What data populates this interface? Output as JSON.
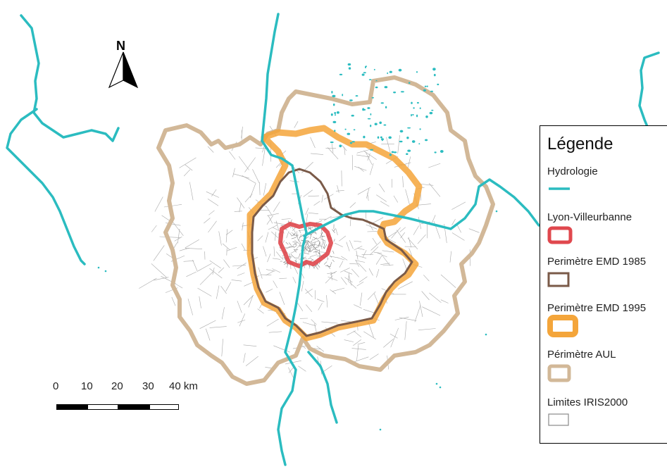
{
  "north_arrow": {
    "letter": "N",
    "icon": "north-arrow-icon"
  },
  "scale_bar": {
    "labels": [
      "0",
      "10",
      "20",
      "30",
      "40 km"
    ]
  },
  "legend": {
    "title": "Légende",
    "items": [
      {
        "label": "Hydrologie",
        "symbol": "line",
        "color": "#2bbcc0"
      },
      {
        "label": "Lyon-Villeurbanne",
        "symbol": "box",
        "color": "#e0484e"
      },
      {
        "label": "Perimètre EMD 1985",
        "symbol": "box",
        "color": "#7a5a48"
      },
      {
        "label": "Perimètre EMD 1995",
        "symbol": "box",
        "color": "#f4a53a"
      },
      {
        "label": "Périmètre AUL",
        "symbol": "box",
        "color": "#d2b898"
      },
      {
        "label": "Limites IRIS2000",
        "symbol": "box",
        "color": "#888888"
      }
    ]
  },
  "colors": {
    "water": "#2bbcc0",
    "lyon_villeurbanne": "#e0484e",
    "emd_1985": "#7a5a48",
    "emd_1995": "#f4a53a",
    "aul": "#d2b898",
    "iris": "#9a9a9a"
  }
}
